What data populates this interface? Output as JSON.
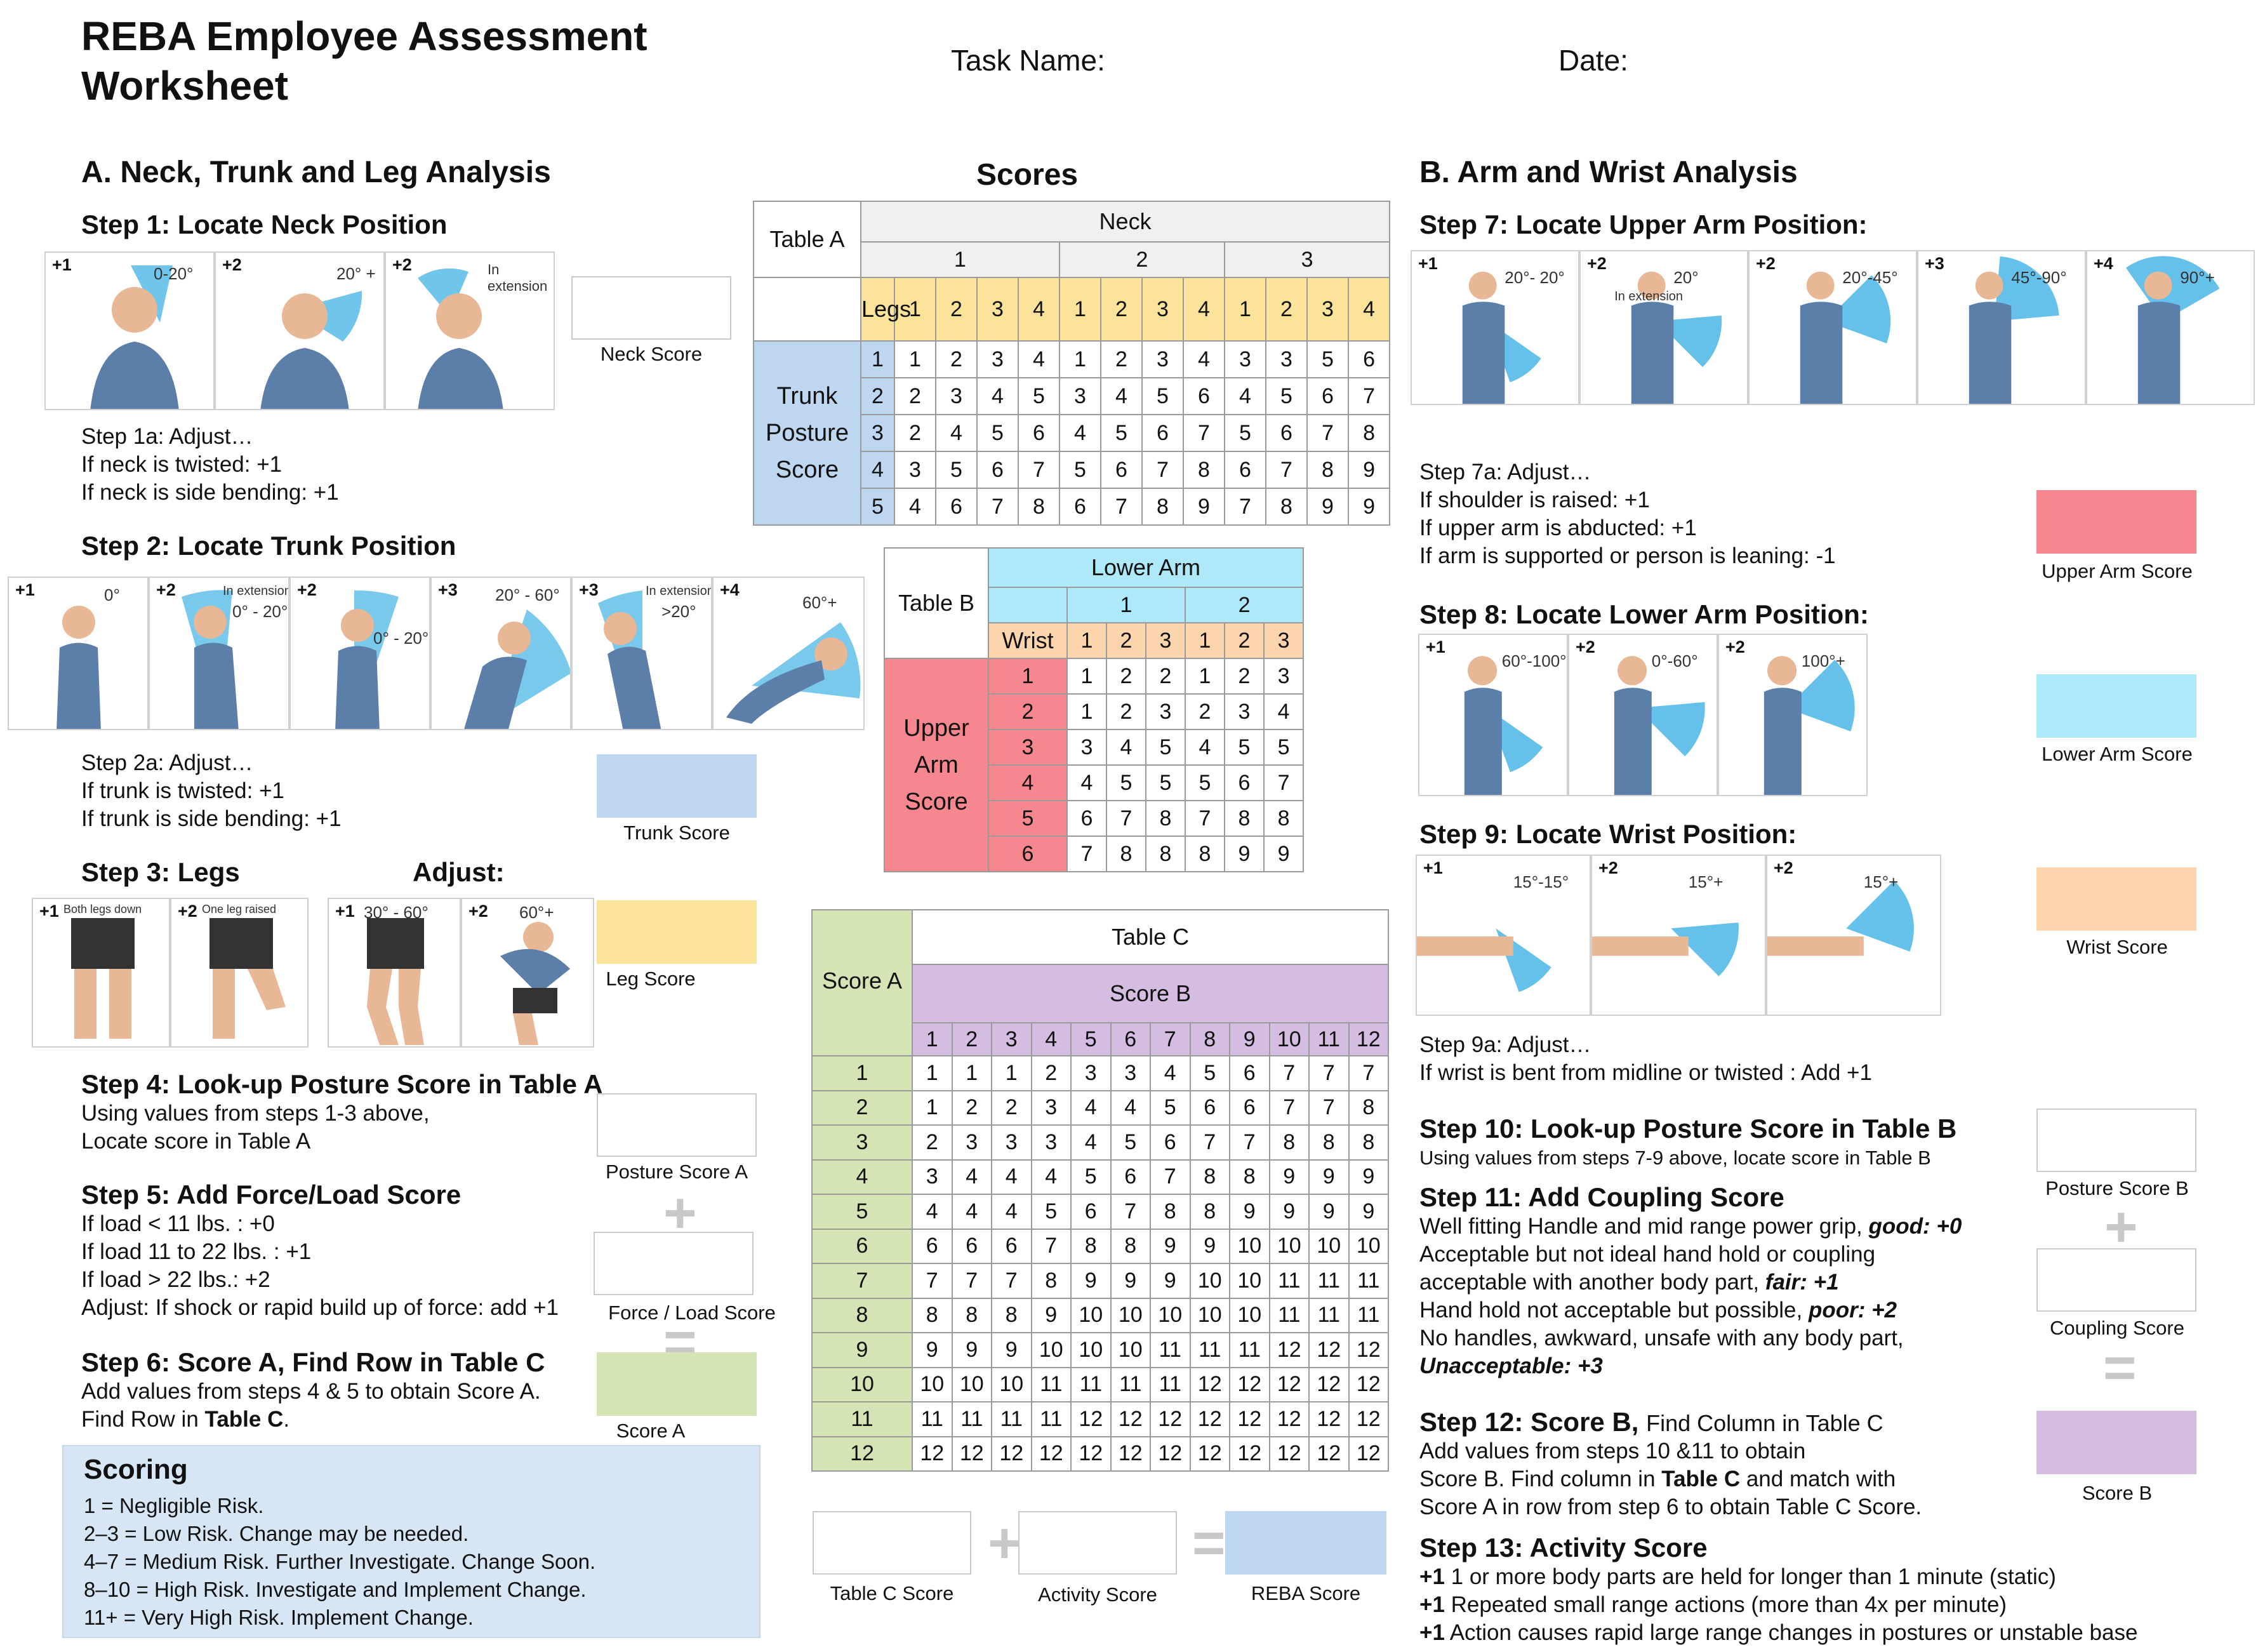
{
  "title_line1": "REBA Employee Assessment",
  "title_line2": "Worksheet",
  "task_name": "Task Name:",
  "date": "Date:",
  "section_a": "A.  Neck, Trunk and Leg Analysis",
  "section_scores": "Scores",
  "section_b": "B. Arm and Wrist Analysis",
  "step1": {
    "title": "Step 1: Locate Neck Position",
    "p1": "+1",
    "a1": "0-20°",
    "p2": "+2",
    "a2": "20° +",
    "p3": "+2",
    "a3": "In extension",
    "score": "Neck Score"
  },
  "step1a": [
    "Step 1a: Adjust…",
    "If neck is twisted: +1",
    "If neck is side bending: +1"
  ],
  "step2": {
    "title": "Step 2: Locate Trunk Position",
    "photos": [
      {
        "p": "+1",
        "a": "0°"
      },
      {
        "p": "+2",
        "a": "0° - 20°",
        "b": "In extension"
      },
      {
        "p": "+2",
        "a": "0° - 20°"
      },
      {
        "p": "+3",
        "a": "20° - 60°"
      },
      {
        "p": "+3",
        "a": ">20°",
        "b": "In extension"
      },
      {
        "p": "+4",
        "a": "60°+"
      }
    ],
    "score": "Trunk Score"
  },
  "step2a": [
    "Step 2a: Adjust…",
    "If trunk is twisted: +1",
    "If trunk is side bending: +1"
  ],
  "step3": {
    "title": "Step 3: Legs",
    "adjust": "Adjust:",
    "p1": "+1",
    "a1": "Both legs down",
    "p2": "+2",
    "a2": "One leg raised",
    "p3": "+1",
    "a3": "30° - 60°",
    "p4": "+2",
    "a4": "60°+",
    "score": "Leg Score"
  },
  "step4": {
    "title": "Step 4: Look-up Posture Score in Table A",
    "l1": "Using values from steps 1-3 above,",
    "l2": "Locate score in Table A",
    "score": "Posture Score A"
  },
  "step5": {
    "title": "Step 5: Add Force/Load Score",
    "lines": [
      "If load < 11 lbs. : +0",
      "If load 11 to 22 lbs. : +1",
      "If load > 22 lbs.: +2",
      "Adjust: If shock or rapid build up of force: add +1"
    ],
    "score": "Force / Load Score"
  },
  "step6": {
    "title": "Step 6: Score A, Find Row in Table C",
    "l1": "Add values from steps 4 & 5 to obtain Score A.",
    "l2a": "Find Row in ",
    "l2b": "Table C",
    "l2c": ".",
    "score": "Score A"
  },
  "scoring": {
    "title": "Scoring",
    "lines": [
      "1 = Negligible Risk.",
      "2–3 = Low Risk. Change may be needed.",
      "4–7 = Medium Risk. Further Investigate. Change Soon.",
      "8–10 = High Risk. Investigate and Implement Change.",
      "11+ = Very High Risk. Implement Change."
    ]
  },
  "table_a": {
    "name": "Table A",
    "neck": "Neck",
    "neck_cols": [
      "1",
      "2",
      "3"
    ],
    "legs": "Legs",
    "leg_cols": [
      "1",
      "2",
      "3",
      "4",
      "1",
      "2",
      "3",
      "4",
      "1",
      "2",
      "3",
      "4"
    ],
    "row_label": [
      "Trunk",
      "Posture",
      "Score"
    ],
    "rows": [
      [
        "1",
        "1",
        "2",
        "3",
        "4",
        "1",
        "2",
        "3",
        "4",
        "3",
        "3",
        "5",
        "6"
      ],
      [
        "2",
        "2",
        "3",
        "4",
        "5",
        "3",
        "4",
        "5",
        "6",
        "4",
        "5",
        "6",
        "7"
      ],
      [
        "3",
        "2",
        "4",
        "5",
        "6",
        "4",
        "5",
        "6",
        "7",
        "5",
        "6",
        "7",
        "8"
      ],
      [
        "4",
        "3",
        "5",
        "6",
        "7",
        "5",
        "6",
        "7",
        "8",
        "6",
        "7",
        "8",
        "9"
      ],
      [
        "5",
        "4",
        "6",
        "7",
        "8",
        "6",
        "7",
        "8",
        "9",
        "7",
        "8",
        "9",
        "9"
      ]
    ]
  },
  "table_b": {
    "name": "Table B",
    "lower_arm": "Lower Arm",
    "la_cols": [
      "1",
      "2"
    ],
    "wrist": "Wrist",
    "w_cols": [
      "1",
      "2",
      "3",
      "1",
      "2",
      "3"
    ],
    "row_label": [
      "Upper",
      "Arm",
      "Score"
    ],
    "rows": [
      [
        "1",
        "1",
        "2",
        "2",
        "1",
        "2",
        "3"
      ],
      [
        "2",
        "1",
        "2",
        "3",
        "2",
        "3",
        "4"
      ],
      [
        "3",
        "3",
        "4",
        "5",
        "4",
        "5",
        "5"
      ],
      [
        "4",
        "4",
        "5",
        "5",
        "5",
        "6",
        "7"
      ],
      [
        "5",
        "6",
        "7",
        "8",
        "7",
        "8",
        "8"
      ],
      [
        "6",
        "7",
        "8",
        "8",
        "8",
        "9",
        "9"
      ]
    ]
  },
  "table_c": {
    "name": "Table C",
    "score_a": "Score A",
    "score_b": "Score B",
    "cols": [
      "1",
      "2",
      "3",
      "4",
      "5",
      "6",
      "7",
      "8",
      "9",
      "10",
      "11",
      "12"
    ],
    "rows": [
      [
        "1",
        "1",
        "1",
        "1",
        "2",
        "3",
        "3",
        "4",
        "5",
        "6",
        "7",
        "7",
        "7"
      ],
      [
        "2",
        "1",
        "2",
        "2",
        "3",
        "4",
        "4",
        "5",
        "6",
        "6",
        "7",
        "7",
        "8"
      ],
      [
        "3",
        "2",
        "3",
        "3",
        "3",
        "4",
        "5",
        "6",
        "7",
        "7",
        "8",
        "8",
        "8"
      ],
      [
        "4",
        "3",
        "4",
        "4",
        "4",
        "5",
        "6",
        "7",
        "8",
        "8",
        "9",
        "9",
        "9"
      ],
      [
        "5",
        "4",
        "4",
        "4",
        "5",
        "6",
        "7",
        "8",
        "8",
        "9",
        "9",
        "9",
        "9"
      ],
      [
        "6",
        "6",
        "6",
        "6",
        "7",
        "8",
        "8",
        "9",
        "9",
        "10",
        "10",
        "10",
        "10"
      ],
      [
        "7",
        "7",
        "7",
        "7",
        "8",
        "9",
        "9",
        "9",
        "10",
        "10",
        "11",
        "11",
        "11"
      ],
      [
        "8",
        "8",
        "8",
        "8",
        "9",
        "10",
        "10",
        "10",
        "10",
        "10",
        "11",
        "11",
        "11"
      ],
      [
        "9",
        "9",
        "9",
        "9",
        "10",
        "10",
        "10",
        "11",
        "11",
        "11",
        "12",
        "12",
        "12"
      ],
      [
        "10",
        "10",
        "10",
        "10",
        "11",
        "11",
        "11",
        "11",
        "12",
        "12",
        "12",
        "12",
        "12"
      ],
      [
        "11",
        "11",
        "11",
        "11",
        "11",
        "12",
        "12",
        "12",
        "12",
        "12",
        "12",
        "12",
        "12"
      ],
      [
        "12",
        "12",
        "12",
        "12",
        "12",
        "12",
        "12",
        "12",
        "12",
        "12",
        "12",
        "12",
        "12"
      ]
    ]
  },
  "bottom": {
    "table_c_score": "Table C Score",
    "activity": "Activity Score",
    "reba": "REBA Score",
    "plus": "+",
    "eq": "="
  },
  "step7": {
    "title": "Step 7: Locate Upper Arm Position:",
    "photos": [
      {
        "p": "+1",
        "a": "20°- 20°"
      },
      {
        "p": "+2",
        "a": "20°",
        "b": "In extension"
      },
      {
        "p": "+2",
        "a": "20°-45°"
      },
      {
        "p": "+3",
        "a": "45°-90°"
      },
      {
        "p": "+4",
        "a": "90°+"
      }
    ],
    "score": "Upper Arm  Score"
  },
  "step7a": [
    "Step 7a: Adjust…",
    "If shoulder is raised: +1",
    "If upper arm is abducted: +1",
    "If arm is supported or person is leaning: -1"
  ],
  "step8": {
    "title": "Step 8: Locate Lower Arm Position:",
    "photos": [
      {
        "p": "+1",
        "a": "60°-100°"
      },
      {
        "p": "+2",
        "a": "0°-60°"
      },
      {
        "p": "+2",
        "a": "100°+"
      }
    ],
    "score": "Lower Arm Score"
  },
  "step9": {
    "title": "Step 9: Locate Wrist Position:",
    "photos": [
      {
        "p": "+1",
        "a": "15°-15°"
      },
      {
        "p": "+2",
        "a": "15°+"
      },
      {
        "p": "+2",
        "a": "15°+"
      }
    ],
    "score": "Wrist Score"
  },
  "step9a": [
    "Step 9a: Adjust…",
    "If wrist is bent from midline or twisted : Add +1"
  ],
  "step10": {
    "title": "Step 10: Look-up Posture Score in Table B",
    "l1": "Using values from steps 7-9 above, locate score in Table B",
    "score": "Posture Score B"
  },
  "step11": {
    "title": "Step 11: Add Coupling Score",
    "l1a": "Well fitting Handle and mid range power grip, ",
    "l1b": "good: +0",
    "l2": "Acceptable but not ideal hand hold or coupling",
    "l3a": "acceptable with another body part, ",
    "l3b": "fair: +1",
    "l4a": "Hand hold not acceptable but possible, ",
    "l4b": "poor: +2",
    "l5": "No handles, awkward, unsafe with any body part,",
    "l6": "Unacceptable: +3",
    "score": "Coupling Score"
  },
  "step12": {
    "title_a": "Step 12: Score B, ",
    "title_b": "Find Column in Table C",
    "l1": "Add values from steps 10 &11 to obtain",
    "l2a": "Score B. Find column in ",
    "l2b": "Table C",
    "l2c": " and match with",
    "l3": "Score A in row from step 6 to obtain Table C Score.",
    "score": "Score B"
  },
  "step13": {
    "title": "Step 13: Activity Score",
    "items": [
      {
        "v": "+1",
        "t": " 1 or more body parts are held for longer than 1 minute (static)"
      },
      {
        "v": "+1",
        "t": " Repeated small range actions (more than 4x per minute)"
      },
      {
        "v": "+1",
        "t": " Action causes rapid large range changes in postures or unstable base"
      }
    ]
  },
  "colors": {
    "neck_hdr": "#f0f0f0",
    "yellow": "#fbe49a",
    "blue": "#bcd7ef",
    "red": "#f6878f",
    "cyan": "#aee9fa",
    "peach": "#fcd5ad",
    "green": "#d5e4b4",
    "purple": "#d4bde0",
    "scoring_bg": "#d6e6f5",
    "skin": "#e8b796",
    "shirt": "#5b7fa8",
    "arc": "#3fb2e3"
  }
}
